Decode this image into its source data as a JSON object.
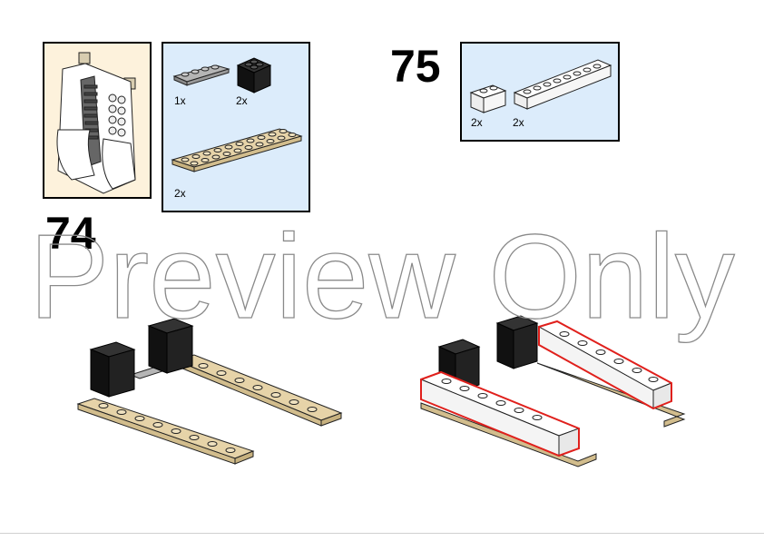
{
  "steps": [
    {
      "number": "74",
      "parts": [
        {
          "qty": "1x",
          "part": "gray-plate-1x4"
        },
        {
          "qty": "2x",
          "part": "black-brick-2x2"
        },
        {
          "qty": "2x",
          "part": "tan-plate-2x10"
        }
      ]
    },
    {
      "number": "75",
      "parts": [
        {
          "qty": "2x",
          "part": "white-brick-1x2"
        },
        {
          "qty": "2x",
          "part": "white-brick-1x8"
        }
      ]
    }
  ],
  "watermark": "Preview Only",
  "colors": {
    "callout_bg": "#dcecfb",
    "submodel_bg": "#fdf2dc",
    "tan": "#e6d3a8",
    "tan_dark": "#c7b17f",
    "black_brick": "#111111",
    "gray_plate": "#a9a9a9",
    "white_brick": "#ffffff",
    "highlight": "#e0201c"
  }
}
